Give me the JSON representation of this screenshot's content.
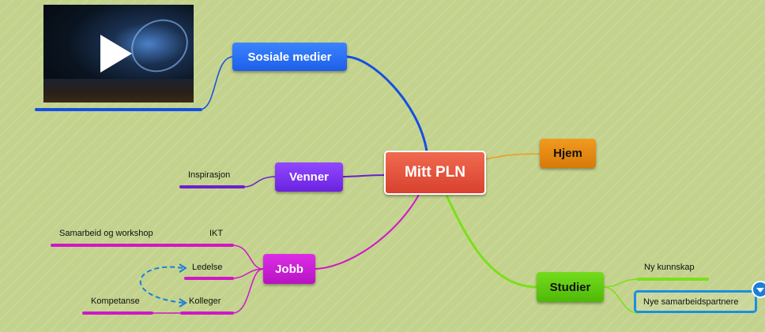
{
  "central": {
    "label": "Mitt PLN",
    "color": "#e55340"
  },
  "branches": {
    "sosiale": {
      "label": "Sosiale medier",
      "color": "#2a6ef0",
      "line": "#1650e0"
    },
    "venner": {
      "label": "Venner",
      "color": "#7a2ee8",
      "line": "#6a1fd0"
    },
    "jobb": {
      "label": "Jobb",
      "color": "#c51bd0",
      "line": "#d016c8"
    },
    "hjem": {
      "label": "Hjem",
      "color": "#e08a0c",
      "line": "#f09a20"
    },
    "studier": {
      "label": "Studier",
      "color": "#5fc80c",
      "line": "#7ae01a"
    }
  },
  "subtopics": {
    "inspirasjon": "Inspirasjon",
    "ikt": "IKT",
    "samarbeid": "Samarbeid og workshop",
    "ledelse": "Ledelse",
    "kolleger": "Kolleger",
    "kompetanse": "Kompetanse",
    "ny_kunnskap": "Ny kunnskap",
    "nye_samarbeid": "Nye samarbeidspartnere"
  },
  "media": {
    "icon": "play-icon"
  },
  "relationship_color": "#1a7fd6",
  "selected_color": "#1a8fe0"
}
